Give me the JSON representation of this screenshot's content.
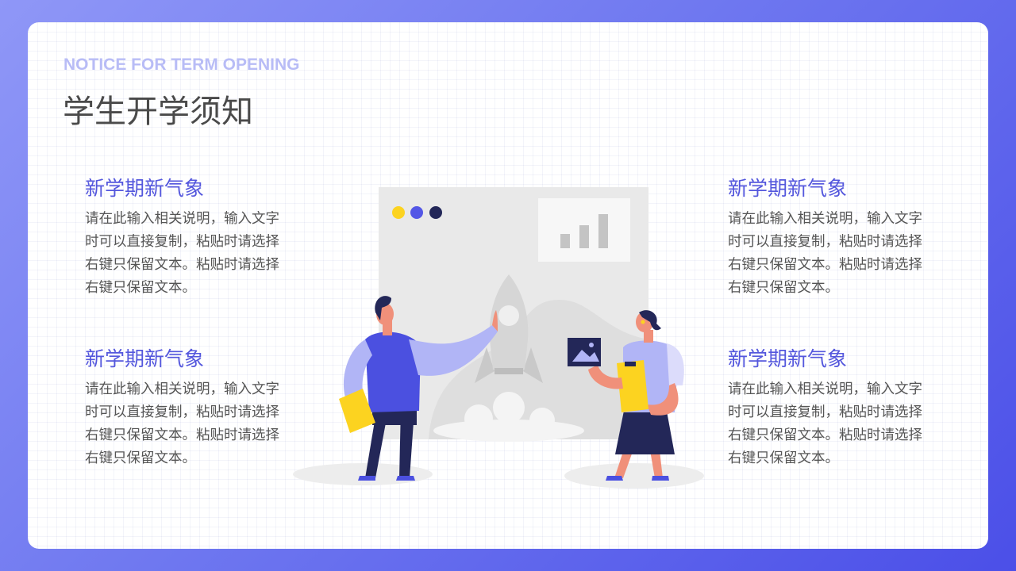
{
  "slide": {
    "eyebrow": "NOTICE FOR TERM OPENING",
    "title": "学生开学须知"
  },
  "blocks": [
    {
      "heading": "新学期新气象",
      "body": "请在此输入相关说明，输入文字时可以直接复制，粘贴时请选择右键只保留文本。粘贴时请选择右键只保留文本。"
    },
    {
      "heading": "新学期新气象",
      "body": "请在此输入相关说明，输入文字时可以直接复制，粘贴时请选择右键只保留文本。粘贴时请选择右键只保留文本。"
    },
    {
      "heading": "新学期新气象",
      "body": "请在此输入相关说明，输入文字时可以直接复制，粘贴时请选择右键只保留文本。粘贴时请选择右键只保留文本。"
    },
    {
      "heading": "新学期新气象",
      "body": "请在此输入相关说明，输入文字时可以直接复制，粘贴时请选择右键只保留文本。粘贴时请选择右键只保留文本。"
    }
  ],
  "colors": {
    "accent": "#5457dd",
    "yellow": "#fcd320",
    "navy": "#232758",
    "lavender": "#b1b5f6",
    "skin": "#f0907a"
  },
  "icons": [
    "rocket-icon",
    "bar-chart-icon",
    "image-icon",
    "clipboard-icon"
  ]
}
